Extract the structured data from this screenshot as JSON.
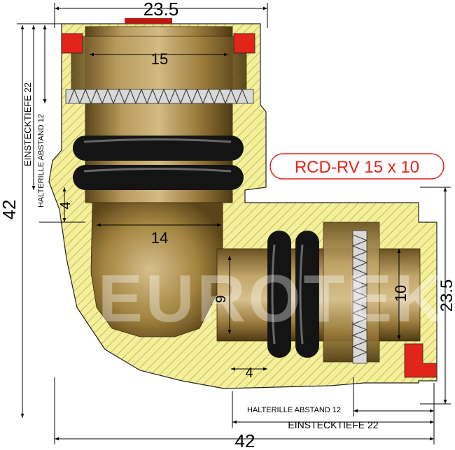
{
  "product_code": "RCD-RV 15 x 10",
  "watermark": "EUROTEK",
  "dimensions": {
    "top_width": "23.5",
    "inner_top": "15",
    "inner_mid": "14",
    "total_height": "42",
    "total_width": "42",
    "right_height": "23.5",
    "inner_right": "10",
    "inner_branch": "9",
    "groove_vertical": "4",
    "groove_horizontal": "4"
  },
  "labels": {
    "insertion_depth_vertical": "EINSTECKTIEFE 22",
    "groove_distance_vertical": "HALTERILLE ABSTAND 12",
    "insertion_depth_horizontal": "EINSTECKTIEFE 22",
    "groove_distance_horizontal": "HALTERILLE ABSTAND 12"
  },
  "colors": {
    "body_fill": "#f3ef9b",
    "hatch": "#c9b85a",
    "brass_dark": "#5a4418",
    "brass_mid": "#9c7d3e",
    "brass_light": "#cdb37a",
    "seal_red": "#e1251b",
    "badge_red": "#e1251b"
  }
}
